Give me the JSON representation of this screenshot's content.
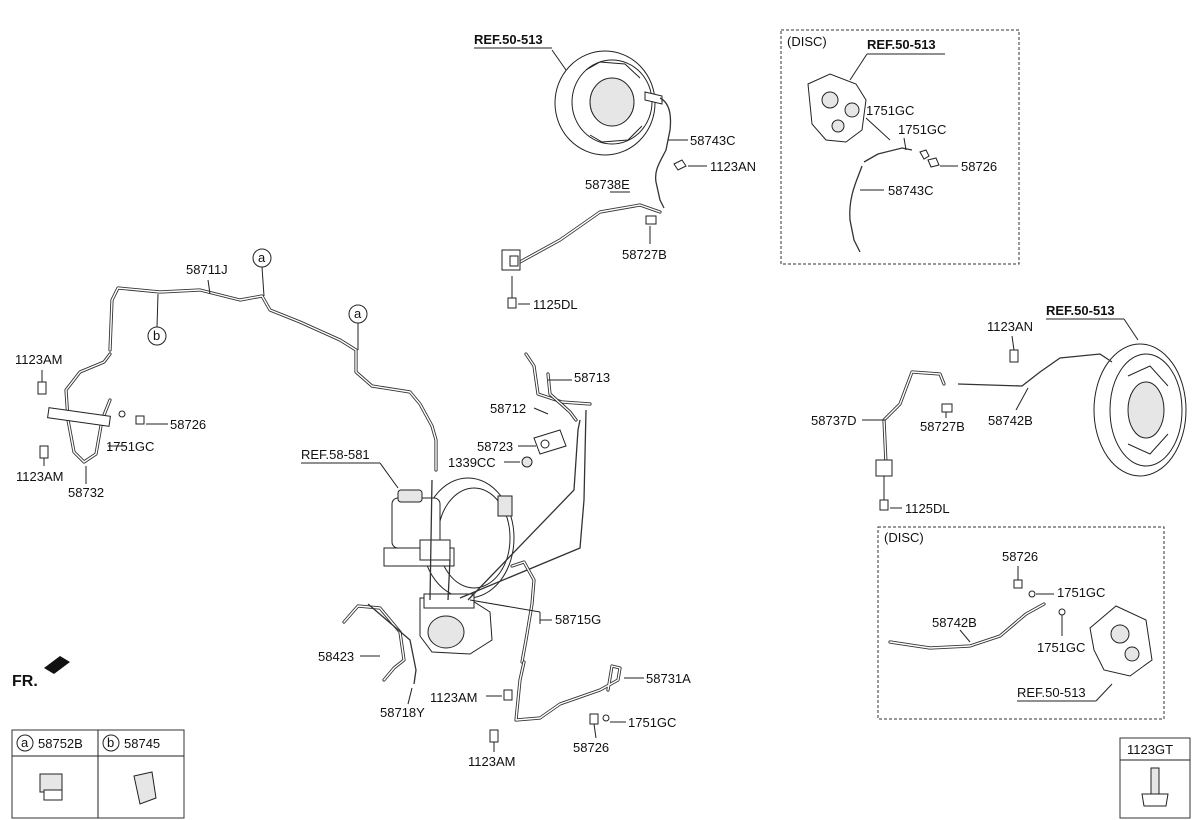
{
  "refs": {
    "rear_drum_top": "REF.50-513",
    "disc_top": "REF.50-513",
    "rear_right": "REF.50-513",
    "disc_bottom": "REF.50-513",
    "booster": "REF.58-581"
  },
  "disc_labels": {
    "top": "(DISC)",
    "bottom": "(DISC)"
  },
  "callouts": {
    "a1": "a",
    "a2": "a",
    "b1": "b"
  },
  "front_label": "FR.",
  "parts": {
    "p58743C_top": "58743C",
    "p1123AN_top": "1123AN",
    "p58738E": "58738E",
    "p58727B_top": "58727B",
    "p1125DL_top": "1125DL",
    "p1751GC_disc_a": "1751GC",
    "p1751GC_disc_b": "1751GC",
    "p58726_disc": "58726",
    "p58743C_disc": "58743C",
    "p58711J": "58711J",
    "p1123AM_l1": "1123AM",
    "p58726_left": "58726",
    "p1751GC_left": "1751GC",
    "p1123AM_l2": "1123AM",
    "p58732": "58732",
    "p58713": "58713",
    "p58712": "58712",
    "p58723": "58723",
    "p1339CC": "1339CC",
    "p58715G": "58715G",
    "p58423": "58423",
    "p58718Y": "58718Y",
    "p58731A": "58731A",
    "p1123AM_c1": "1123AM",
    "p1751GC_c": "1751GC",
    "p58726_c": "58726",
    "p1123AM_c2": "1123AM",
    "p1123AN_r": "1123AN",
    "p58737D": "58737D",
    "p58727B_r": "58727B",
    "p58742B_r": "58742B",
    "p1125DL_r": "1125DL",
    "p58726_rd": "58726",
    "p1751GC_rd1": "1751GC",
    "p58742B_rd": "58742B",
    "p1751GC_rd2": "1751GC"
  },
  "legend": {
    "a_letter": "a",
    "a_part": "58752B",
    "b_letter": "b",
    "b_part": "58745",
    "bolt_part": "1123GT"
  }
}
